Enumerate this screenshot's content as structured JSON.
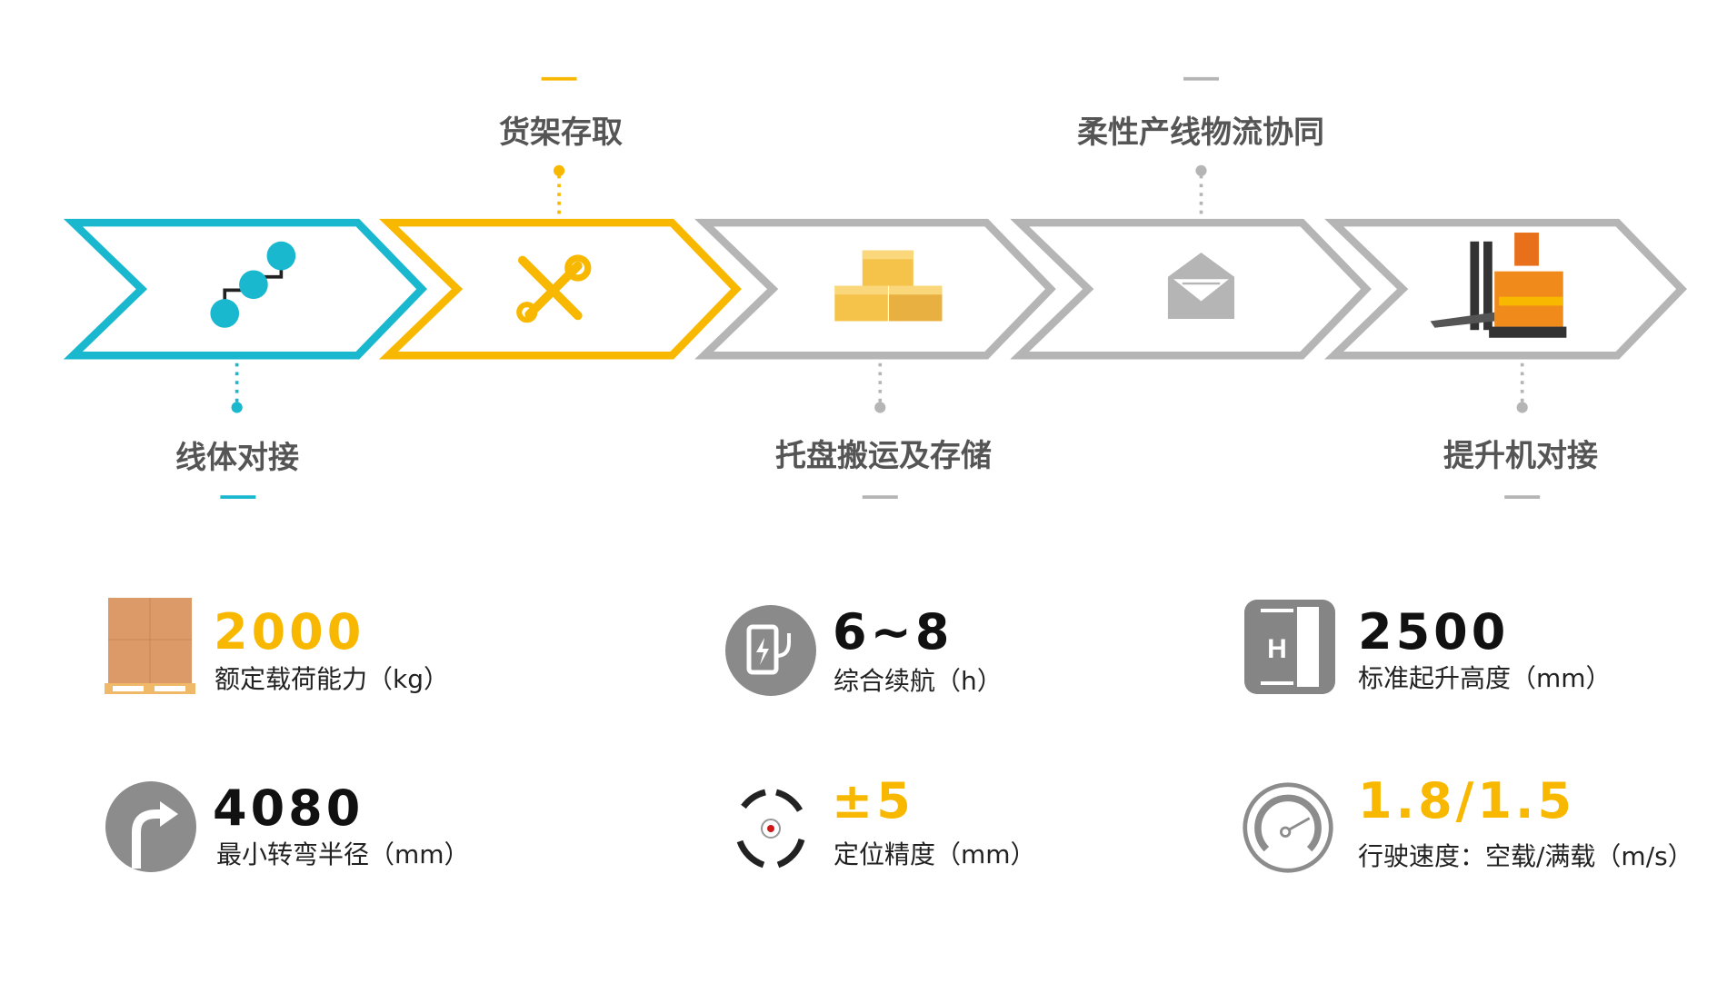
{
  "colors": {
    "cyan": "#1ab8cf",
    "yellow": "#f9b800",
    "gray": "#b5b5b5",
    "label": "#555555"
  },
  "stages": [
    {
      "label": "线体对接",
      "icon": "connected-nodes-icon",
      "color": "#1ab8cf"
    },
    {
      "label": "货架存取",
      "icon": "tools-icon",
      "color": "#f9b800"
    },
    {
      "label": "托盘搬运及存储",
      "icon": "boxes-icon",
      "color": "#b5b5b5"
    },
    {
      "label": "柔性产线物流协同",
      "icon": "envelope-icon",
      "color": "#b5b5b5"
    },
    {
      "label": "提升机对接",
      "icon": "forklift-agv-icon",
      "color": "#b5b5b5"
    }
  ],
  "specs": [
    {
      "value": "2000",
      "label": "额定载荷能力（kg）",
      "icon": "pallet-boxes-icon"
    },
    {
      "value": "6~8",
      "label": "综合续航（h）",
      "icon": "charging-icon"
    },
    {
      "value": "2500",
      "label": "标准起升高度（mm）",
      "icon": "lift-height-icon"
    },
    {
      "value": "4080",
      "label": "最小转弯半径（mm）",
      "icon": "turn-right-icon"
    },
    {
      "value": "±5",
      "label": "定位精度（mm）",
      "icon": "target-icon"
    },
    {
      "value": "1.8/1.5",
      "label": "行驶速度：空载/满载（m/s）",
      "icon": "speedometer-icon"
    }
  ]
}
